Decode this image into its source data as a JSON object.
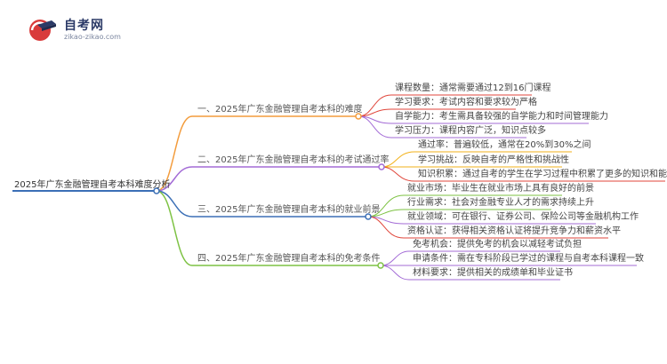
{
  "brand": {
    "name": "自考网",
    "url": "zikao-zikao.com"
  },
  "root": "2025年广东金融管理自考本科难度分析",
  "colors": {
    "root": "#3b6fb6",
    "b1": "#f39c3c",
    "b2": "#a36bd6",
    "b3": "#3b6fb6",
    "b4": "#7dc243",
    "l1": "#e0463b",
    "l2": "#7dc243",
    "l3": "#a36bd6",
    "l4": "#f2b21a"
  },
  "branches": [
    {
      "label": "一、2025年广东金融管理自考本科的难度",
      "leaves": [
        "课程数量：通常需要通过12到16门课程",
        "学习要求：考试内容和要求较为严格",
        "自学能力：考生需具备较强的自学能力和时间管理能力",
        "学习压力：课程内容广泛，知识点较多"
      ]
    },
    {
      "label": "二、2025年广东金融管理自考本科的考试通过率",
      "leaves": [
        "通过率：普遍较低，通常在20%到30%之间",
        "学习挑战：反映自考的严格性和挑战性",
        "知识积累：通过自考的学生在学习过程中积累了更多的知识和能力"
      ]
    },
    {
      "label": "三、2025年广东金融管理自考本科的就业前景",
      "leaves": [
        "就业市场：毕业生在就业市场上具有良好的前景",
        "行业需求：社会对金融专业人才的需求持续上升",
        "就业领域：可在银行、证券公司、保险公司等金融机构工作",
        "资格认证：获得相关资格认证将提升竞争力和薪资水平"
      ]
    },
    {
      "label": "四、2025年广东金融管理自考本科的免考条件",
      "leaves": [
        "免考机会：提供免考的机会以减轻考试负担",
        "申请条件：需在专科阶段已学过的课程与自考本科课程一致",
        "材料要求：提供相关的成绩单和毕业证书"
      ]
    }
  ]
}
